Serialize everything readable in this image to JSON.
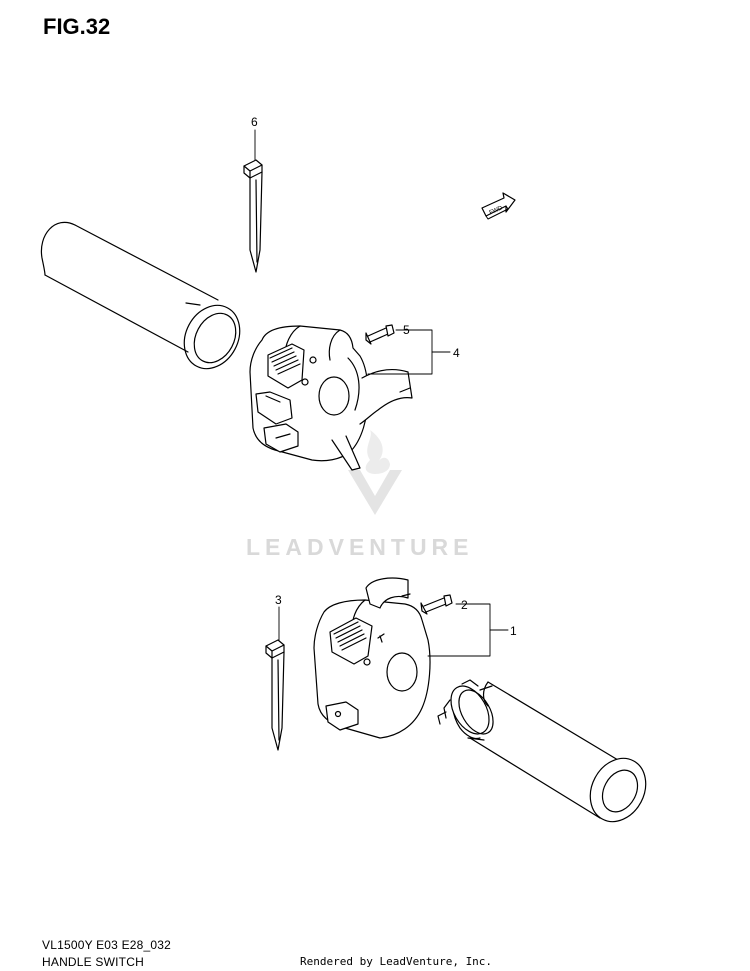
{
  "figure": {
    "title": "FIG.32",
    "model_code": "VL1500Y E03 E28_032",
    "caption": "HANDLE SWITCH",
    "rendered_by": "Rendered by LeadVenture, Inc.",
    "watermark": "LEADVENTURE",
    "fwd_label": "FWD"
  },
  "callouts": [
    {
      "id": "1",
      "label": "1"
    },
    {
      "id": "2",
      "label": "2"
    },
    {
      "id": "3",
      "label": "3"
    },
    {
      "id": "4",
      "label": "4"
    },
    {
      "id": "5",
      "label": "5"
    },
    {
      "id": "6",
      "label": "6"
    }
  ],
  "colors": {
    "line": "#000000",
    "watermark": "#d9d9d9"
  }
}
